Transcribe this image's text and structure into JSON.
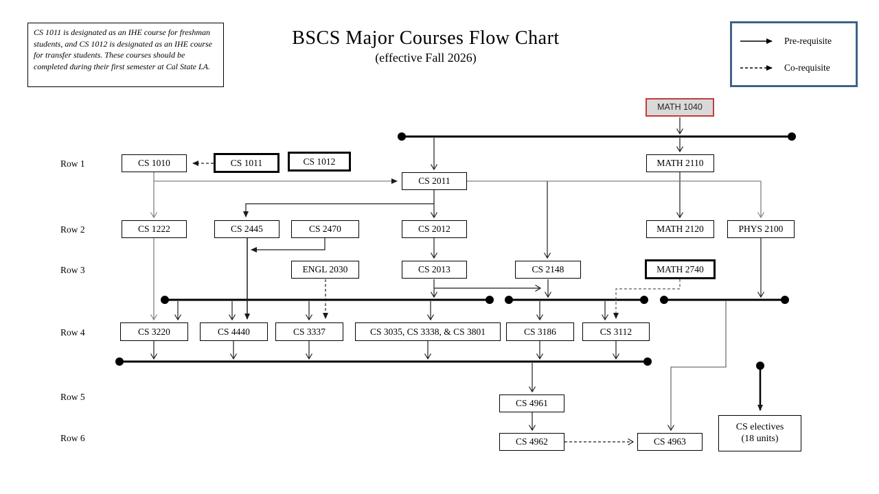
{
  "title": "BSCS Major Courses Flow Chart",
  "subtitle": "(effective Fall 2026)",
  "note": "CS 1011 is designated as an IHE course for freshman students, and CS 1012 is designated as an IHE course for transfer students. These courses should be completed during their first semester at Cal State LA.",
  "legend": {
    "prerequisite_label": "Pre-requisite",
    "corequisite_label": "Co-requisite"
  },
  "row_labels": {
    "r1": "Row 1",
    "r2": "Row 2",
    "r3": "Row 3",
    "r4": "Row 4",
    "r5": "Row 5",
    "r6": "Row 6"
  },
  "courses": {
    "math1040": "MATH 1040",
    "cs1010": "CS 1010",
    "cs1011": "CS 1011",
    "cs1012": "CS 1012",
    "math2110": "MATH 2110",
    "cs2011": "CS 2011",
    "cs1222": "CS 1222",
    "cs2445": "CS 2445",
    "cs2470": "CS 2470",
    "cs2012": "CS 2012",
    "math2120": "MATH 2120",
    "phys2100": "PHYS 2100",
    "engl2030": "ENGL 2030",
    "cs2013": "CS 2013",
    "cs2148": "CS 2148",
    "math2740": "MATH 2740",
    "cs3220": "CS 3220",
    "cs4440": "CS 4440",
    "cs3337": "CS 3337",
    "cs3035_group": "CS 3035, CS 3338, & CS 3801",
    "cs3186": "CS 3186",
    "cs3112": "CS 3112",
    "cs4961": "CS 4961",
    "cs4962": "CS 4962",
    "cs4963": "CS 4963",
    "cselectives_line1": "CS electives",
    "cselectives_line2": "(18 units)"
  },
  "colors": {
    "highlight_fill": "#d9d9d9",
    "highlight_border": "#c23b3b",
    "legend_border": "#3e6287",
    "gray_line": "#808080"
  }
}
